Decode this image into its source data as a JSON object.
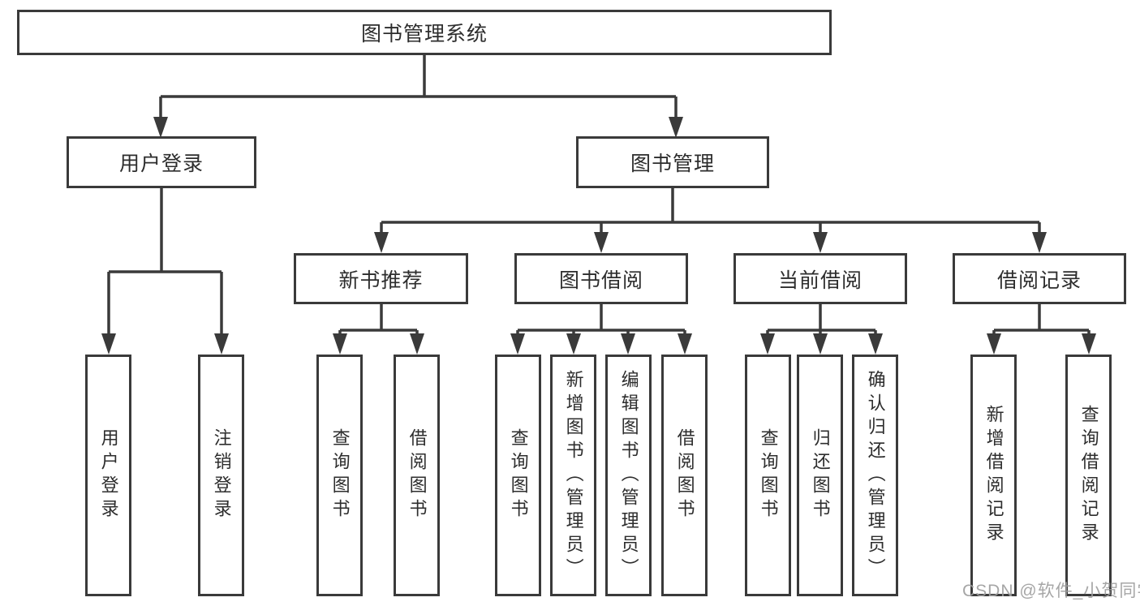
{
  "colors": {
    "line": "#3a3a3a",
    "box_border": "#3a3a3a",
    "text": "#2d2d2d",
    "watermark": "#9e9e9e",
    "background": "#ffffff"
  },
  "root": {
    "label": "图书管理系统"
  },
  "level2": [
    {
      "label": "用户登录"
    },
    {
      "label": "图书管理"
    }
  ],
  "level3": [
    {
      "label": "新书推荐"
    },
    {
      "label": "图书借阅"
    },
    {
      "label": "当前借阅"
    },
    {
      "label": "借阅记录"
    }
  ],
  "leaves": {
    "user_login": [
      {
        "label": "用户登录"
      },
      {
        "label": "注销登录"
      }
    ],
    "new_book": [
      {
        "label": "查询图书"
      },
      {
        "label": "借阅图书"
      }
    ],
    "book_borrow": [
      {
        "label": "查询图书"
      },
      {
        "label": "新增图书（管理员）"
      },
      {
        "label": "编辑图书（管理员）"
      },
      {
        "label": "借阅图书"
      }
    ],
    "current_borrow": [
      {
        "label": "查询图书"
      },
      {
        "label": "归还图书"
      },
      {
        "label": "确认归还（管理员）"
      }
    ],
    "borrow_record": [
      {
        "label": "新增借阅记录"
      },
      {
        "label": "查询借阅记录"
      }
    ]
  },
  "watermark": "CSDN @软件_小贺同学"
}
